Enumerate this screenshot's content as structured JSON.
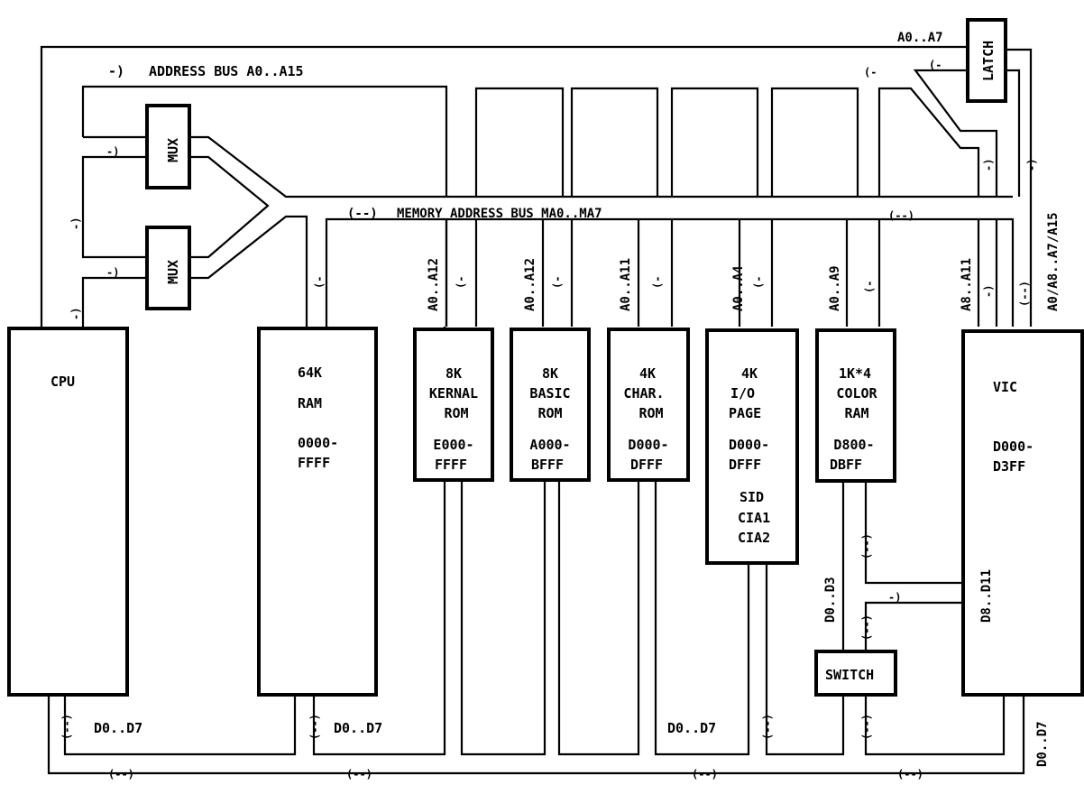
{
  "title": "C64 memory / bus block diagram",
  "bus_labels": {
    "address_bus": "ADDRESS BUS  A0..A15",
    "address_bus_arrow": "-)",
    "memory_address_bus": "MEMORY ADDRESS BUS  MA0..MA7",
    "memory_address_bus_arrow": "(--)",
    "latch_input": "A0..A7",
    "vic_address": "A0/A8..A7/A15"
  },
  "mux": [
    {
      "label": "MUX"
    },
    {
      "label": "MUX"
    }
  ],
  "latch": {
    "label": "LATCH"
  },
  "switch": {
    "label": "SWITCH"
  },
  "chips": [
    {
      "id": "cpu",
      "lines": [
        "CPU"
      ]
    },
    {
      "id": "ram",
      "lines": [
        "64K",
        "RAM",
        "",
        "0000-",
        "FFFF"
      ]
    },
    {
      "id": "kernal",
      "lines": [
        "8K",
        "KERNAL",
        "ROM",
        "E000-",
        "FFFF"
      ],
      "addr": "A0..A12"
    },
    {
      "id": "basic",
      "lines": [
        "8K",
        "BASIC",
        "ROM",
        "A000-",
        "BFFF"
      ],
      "addr": "A0..A12"
    },
    {
      "id": "char",
      "lines": [
        "4K",
        "CHAR.",
        "ROM",
        "D000-",
        "DFFF"
      ],
      "addr": "A0..A11"
    },
    {
      "id": "io",
      "lines": [
        "4K",
        "I/O",
        "PAGE",
        "D000-",
        "DFFF",
        "SID",
        "CIA1",
        "CIA2"
      ],
      "addr": "A0..A4"
    },
    {
      "id": "colorram",
      "lines": [
        "1K*4",
        "COLOR",
        "RAM",
        "D800-",
        "DBFF"
      ],
      "addr": "A0..A9"
    },
    {
      "id": "vic",
      "lines": [
        "VIC",
        "",
        "D000-",
        "D3FF"
      ],
      "addr": "A8..A11"
    }
  ],
  "data_labels": {
    "cpu_data": "D0..D7",
    "ram_data": "D0..D7",
    "rom_data": "D0..D7",
    "color_data": "D0..D3",
    "vic_high_data": "D8..D11",
    "vic_data": "D0..D7"
  },
  "arrows": {
    "right": "-)",
    "left": "(-",
    "bidir": "(--)",
    "up": "-)"
  }
}
